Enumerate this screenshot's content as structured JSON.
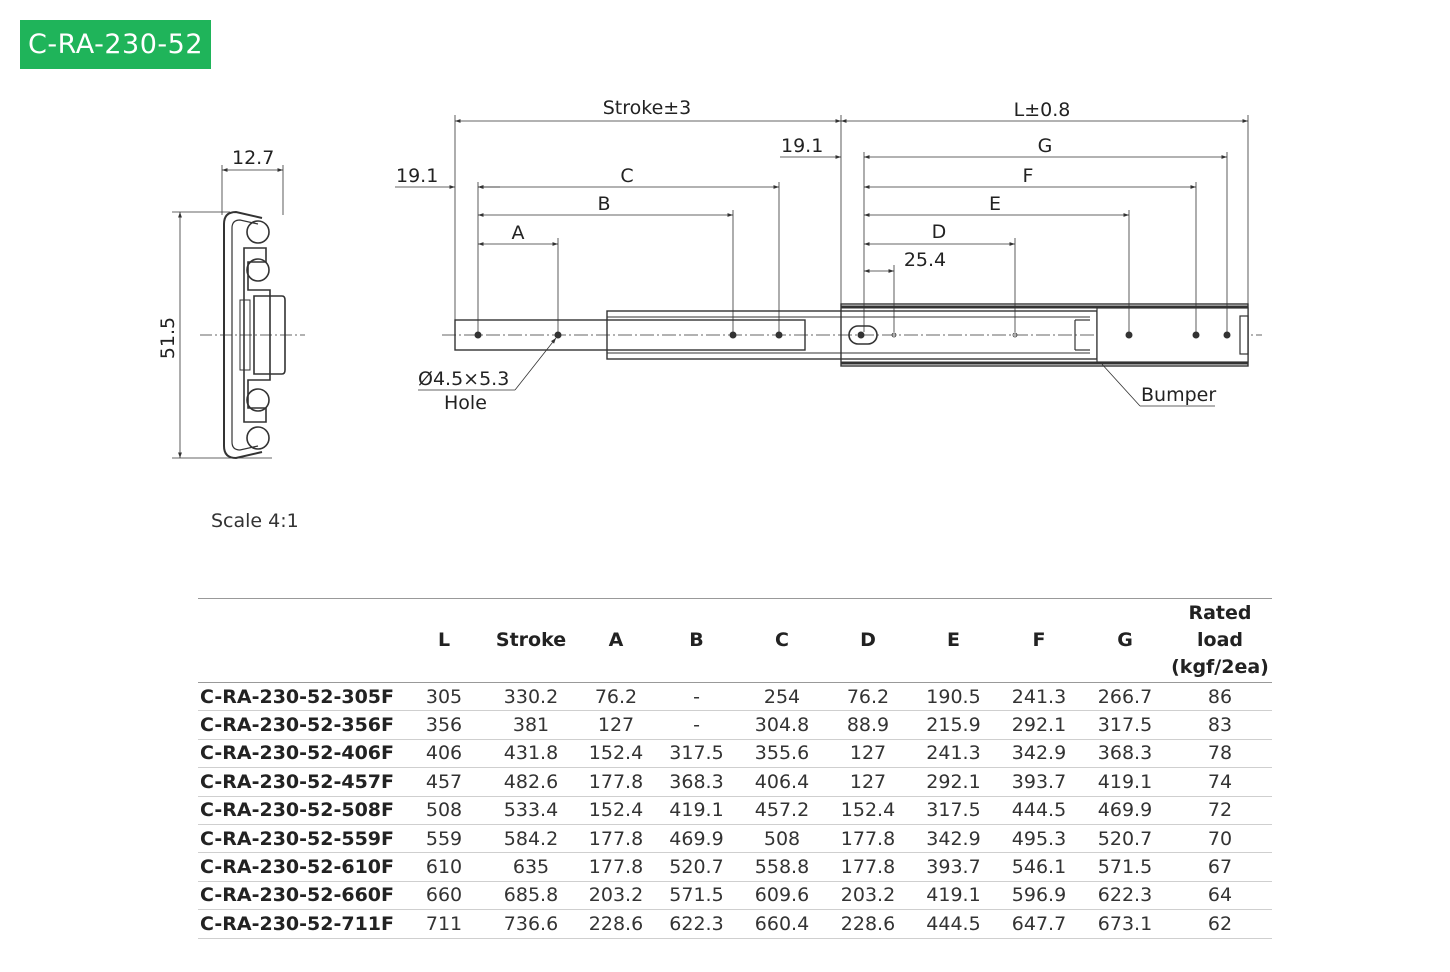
{
  "title": "C-RA-230-52",
  "scale_label": "Scale 4:1",
  "section_dims": {
    "width": "12.7",
    "height": "51.5"
  },
  "dims": {
    "stroke": "Stroke±3",
    "length": "L±0.8",
    "offset_left": "19.1",
    "offset_mid": "19.1",
    "a": "A",
    "b": "B",
    "c": "C",
    "d": "D",
    "e": "E",
    "f": "F",
    "g": "G",
    "pitch": "25.4"
  },
  "callouts": {
    "hole_size": "Ø4.5×5.3",
    "hole_label": "Hole",
    "bumper": "Bumper"
  },
  "table": {
    "headers": [
      "",
      "L",
      "Stroke",
      "A",
      "B",
      "C",
      "D",
      "E",
      "F",
      "G",
      "Rated load (kgf/2ea)"
    ],
    "header_load_line1": "Rated load",
    "header_load_line2": "(kgf/2ea)",
    "rows": [
      [
        "C-RA-230-52-305F",
        "305",
        "330.2",
        "76.2",
        "-",
        "254",
        "76.2",
        "190.5",
        "241.3",
        "266.7",
        "86"
      ],
      [
        "C-RA-230-52-356F",
        "356",
        "381",
        "127",
        "-",
        "304.8",
        "88.9",
        "215.9",
        "292.1",
        "317.5",
        "83"
      ],
      [
        "C-RA-230-52-406F",
        "406",
        "431.8",
        "152.4",
        "317.5",
        "355.6",
        "127",
        "241.3",
        "342.9",
        "368.3",
        "78"
      ],
      [
        "C-RA-230-52-457F",
        "457",
        "482.6",
        "177.8",
        "368.3",
        "406.4",
        "127",
        "292.1",
        "393.7",
        "419.1",
        "74"
      ],
      [
        "C-RA-230-52-508F",
        "508",
        "533.4",
        "152.4",
        "419.1",
        "457.2",
        "152.4",
        "317.5",
        "444.5",
        "469.9",
        "72"
      ],
      [
        "C-RA-230-52-559F",
        "559",
        "584.2",
        "177.8",
        "469.9",
        "508",
        "177.8",
        "342.9",
        "495.3",
        "520.7",
        "70"
      ],
      [
        "C-RA-230-52-610F",
        "610",
        "635",
        "177.8",
        "520.7",
        "558.8",
        "177.8",
        "393.7",
        "546.1",
        "571.5",
        "67"
      ],
      [
        "C-RA-230-52-660F",
        "660",
        "685.8",
        "203.2",
        "571.5",
        "609.6",
        "203.2",
        "419.1",
        "596.9",
        "622.3",
        "64"
      ],
      [
        "C-RA-230-52-711F",
        "711",
        "736.6",
        "228.6",
        "622.3",
        "660.4",
        "228.6",
        "444.5",
        "647.7",
        "673.1",
        "62"
      ]
    ]
  },
  "colors": {
    "badge_bg": "#1fb45a",
    "badge_text": "#ffffff",
    "line": "#333333"
  }
}
